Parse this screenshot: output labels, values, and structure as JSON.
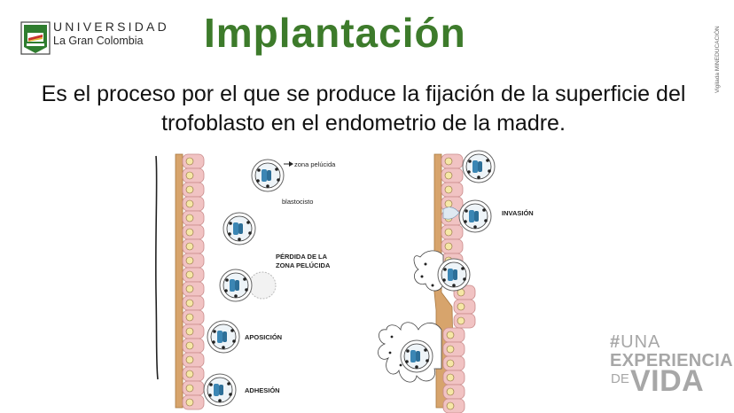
{
  "logo": {
    "name_line1": "UNIVERSIDAD",
    "name_line2": "La Gran Colombia",
    "shield_colors": {
      "green": "#2f7d2f",
      "red": "#c8342c",
      "yellow": "#e2bb2e"
    }
  },
  "slide": {
    "title": "Implantación",
    "title_color": "#3d7b2b",
    "description": "Es el proceso por el que se produce la fijación de la superficie del trofoblasto en el endometrio de la madre.",
    "side_note": "Vigilada MINEDUCACIÓN"
  },
  "figure": {
    "labels": {
      "zona_pelucida": "zona pelúcida",
      "blastocisto": "blastocisto",
      "perdida_1": "PÉRDIDA DE LA",
      "perdida_2": "ZONA PELÚCIDA",
      "aposicion": "APOSICIÓN",
      "adhesion": "ADHESIÓN",
      "invasion": "INVASIÓN"
    },
    "colors": {
      "cell_fill": "#f1c3c3",
      "cell_stroke": "#c98b8b",
      "membrane": "#d7a46c",
      "nucleus": "#f6e7a6",
      "inner_mass": "#3b86b4"
    }
  },
  "brand": {
    "hash": "#",
    "line1": "UNA",
    "line2": "EXPERIENCIA",
    "line3a": "DE",
    "line3b": "VIDA"
  }
}
